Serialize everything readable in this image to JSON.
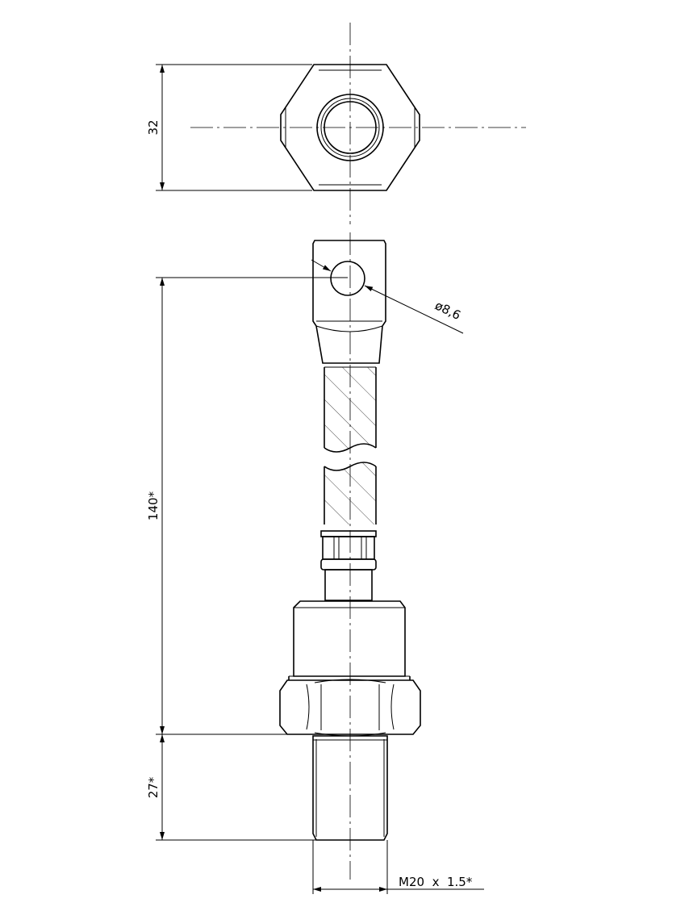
{
  "dimensions": {
    "hex_across_flats": "32",
    "total_length": "140*",
    "thread_length": "27*",
    "hole_diameter": "ø8,6",
    "thread_spec": "M20  x  1.5*"
  }
}
